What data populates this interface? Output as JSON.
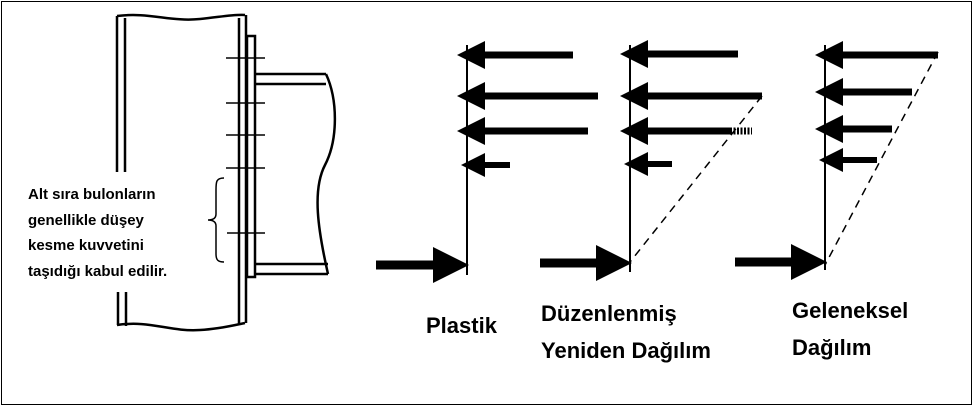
{
  "note": {
    "lines": [
      "Alt sıra bulonların",
      "genellikle düşey",
      "kesme kuvvetini",
      "taşıdığı kabul edilir."
    ]
  },
  "diagrams": [
    {
      "label_lines": [
        "Plastik"
      ]
    },
    {
      "label_lines": [
        "Düzenlenmiş",
        "Yeniden Dağılım"
      ]
    },
    {
      "label_lines": [
        "Geleneksel",
        "Dağılım"
      ]
    }
  ],
  "colors": {
    "ink": "#000000",
    "background": "#ffffff"
  }
}
